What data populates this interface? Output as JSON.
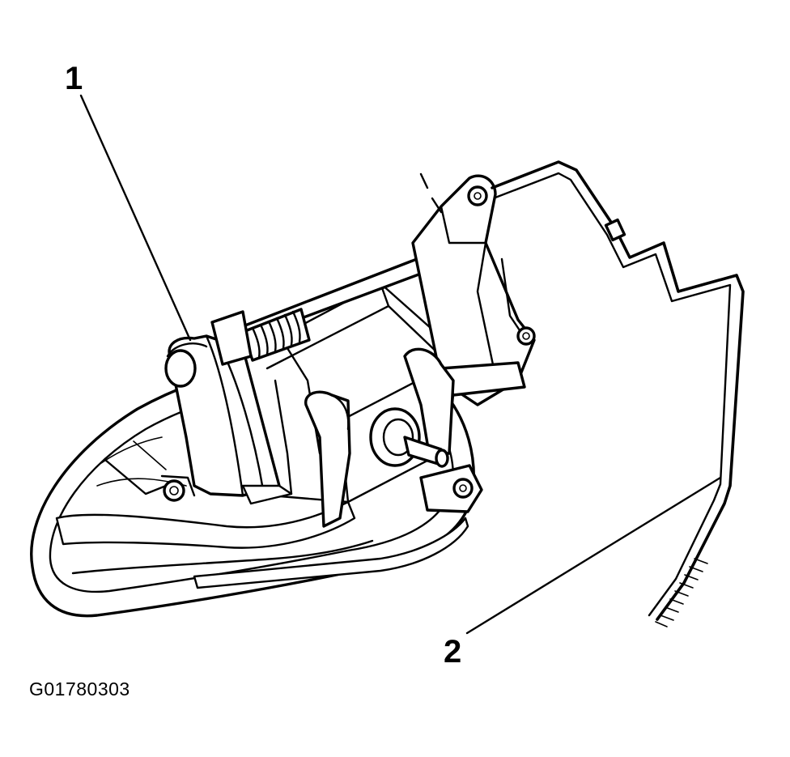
{
  "callouts": [
    {
      "label": "1"
    },
    {
      "label": "2"
    }
  ],
  "figure_code": "G01780303",
  "icons": [
    "door-handle-assembly",
    "actuator-rod"
  ]
}
